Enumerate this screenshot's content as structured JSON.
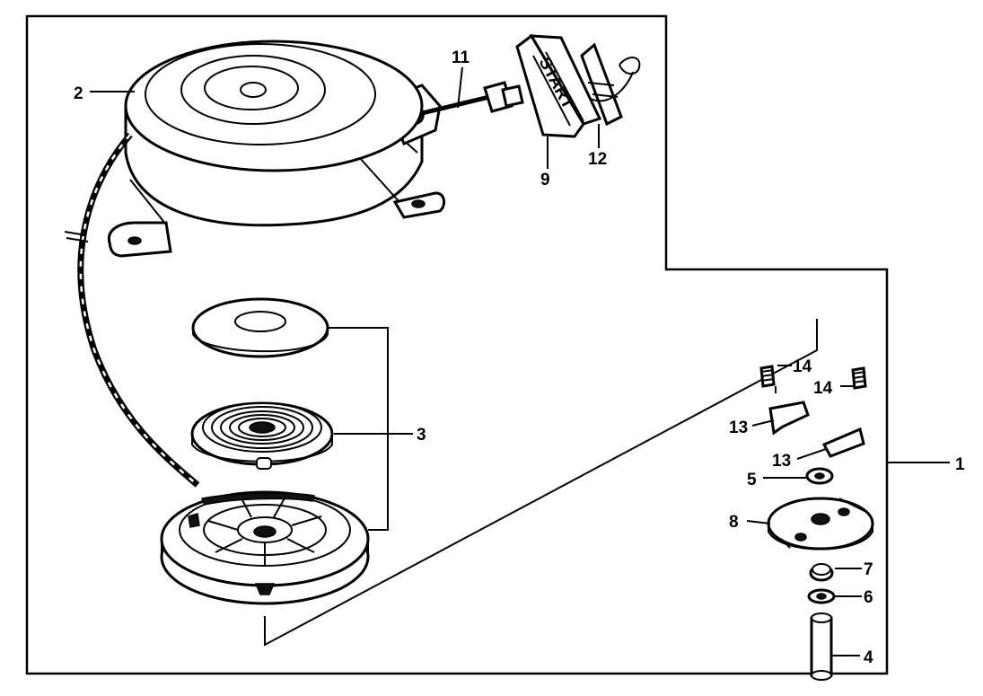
{
  "callouts": {
    "c1": "1",
    "c2": "2",
    "c3": "3",
    "c4": "4",
    "c5": "5",
    "c6": "6",
    "c7": "7",
    "c8": "8",
    "c9": "9",
    "c11": "11",
    "c12": "12",
    "c13a": "13",
    "c13b": "13",
    "c14a": "14",
    "c14b": "14"
  },
  "handle_text": "START"
}
